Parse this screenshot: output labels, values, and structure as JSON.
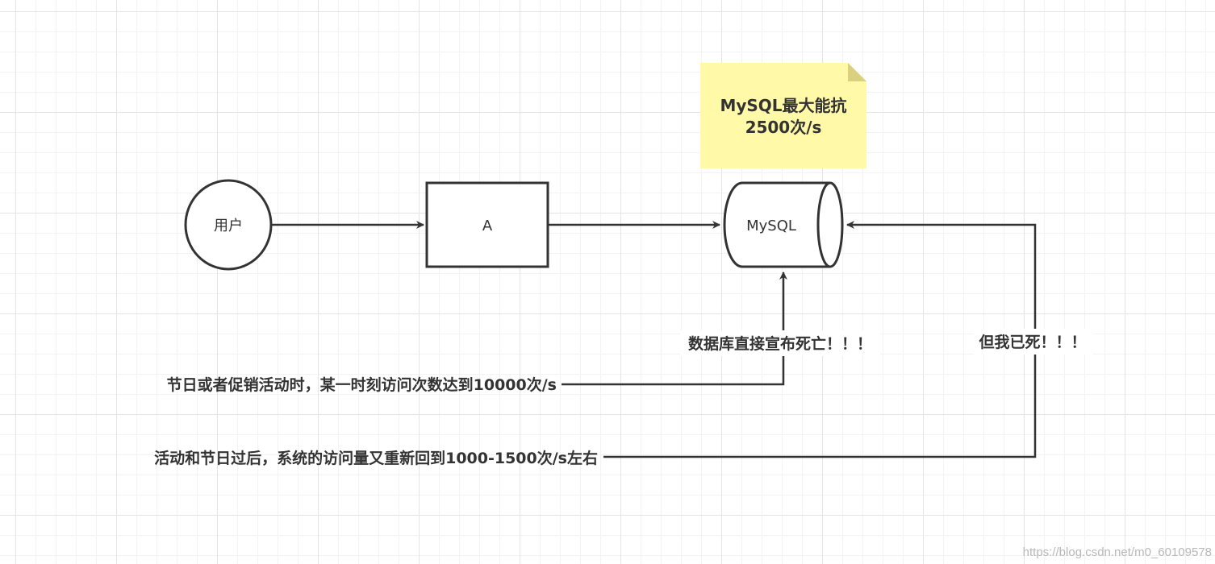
{
  "nodes": {
    "user": "用户",
    "server": "A",
    "database": "MySQL"
  },
  "note": {
    "lines": [
      "MySQL最大能抗",
      "2500次/s"
    ],
    "fill_color": "#fff9a8",
    "fold_color": "#d9d080"
  },
  "labels": {
    "db_dead": "数据库直接宣布死亡！！！",
    "still_dead": "但我已死！！！",
    "peak_traffic": "节日或者促销活动时，某一时刻访问次数达到10000次/s",
    "after_traffic": "活动和节日过后，系统的访问量又重新回到1000-1500次/s左右"
  },
  "colors": {
    "stroke": "#333333",
    "text": "#333333",
    "grid_major": "#e4e4e4",
    "grid_minor": "#f3f3f3"
  },
  "watermark": "https://blog.csdn.net/m0_60109578"
}
